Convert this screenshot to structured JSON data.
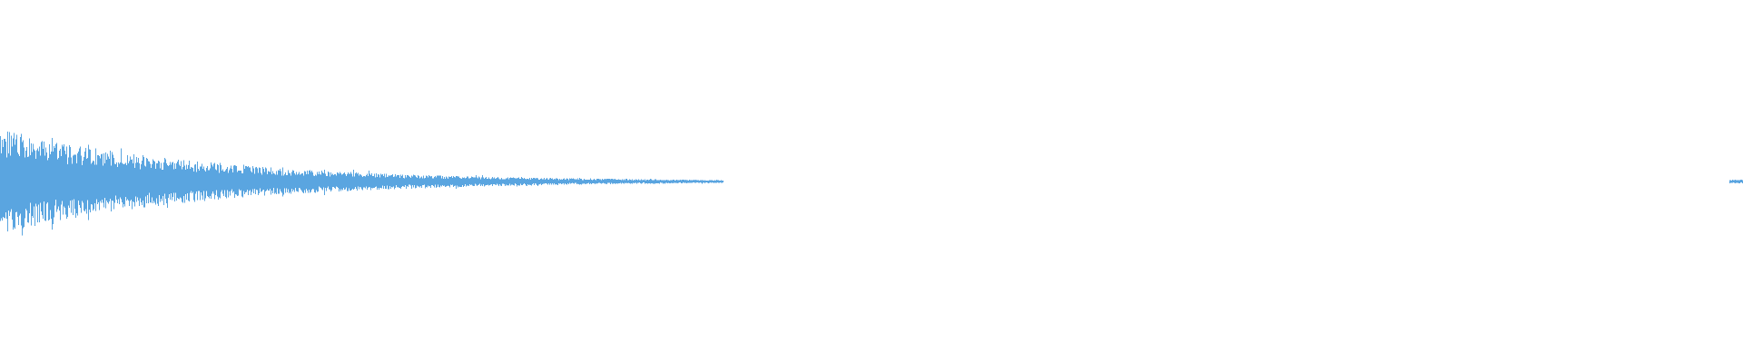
{
  "waveform": {
    "color": "#5aa5e0",
    "background": "#ffffff",
    "segments": [
      {
        "name": "main-decay",
        "start_fraction": 0.0,
        "end_fraction": 0.415,
        "initial_amplitude": 1.0,
        "final_amplitude": 0.03
      },
      {
        "name": "tail-blip",
        "start_fraction": 0.992,
        "end_fraction": 1.0,
        "initial_amplitude": 0.04,
        "final_amplitude": 0.04
      }
    ]
  }
}
